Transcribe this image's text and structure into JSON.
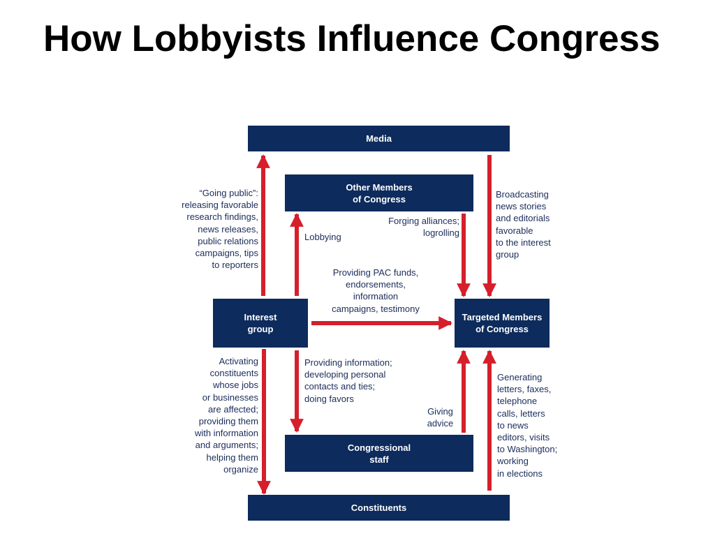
{
  "title": "How Lobbyists Influence Congress",
  "colors": {
    "box": "#0d2b5c",
    "arrow": "#d51f2b",
    "label": "#1b2c5a"
  },
  "nodes": {
    "media": "Media",
    "other_members": "Other Members\nof Congress",
    "interest_group": "Interest\ngroup",
    "targeted_members": "Targeted Members\nof Congress",
    "congressional_staff": "Congressional\nstaff",
    "constituents": "Constituents"
  },
  "edges": {
    "going_public": "“Going public”:\nreleasing favorable\nresearch findings,\nnews releases,\npublic relations\ncampaigns, tips\nto reporters",
    "lobbying": "Lobbying",
    "forging_alliances": "Forging alliances;\nlogrolling",
    "broadcasting": "Broadcasting\nnews stories\nand editorials\nfavorable\nto the interest\ngroup",
    "pac_funds": "Providing PAC funds,\nendorsements,\ninformation\ncampaigns, testimony",
    "activating_constituents": "Activating\nconstituents\nwhose jobs\nor businesses\nare affected;\nproviding them\nwith information\nand arguments;\nhelping them\norganize",
    "providing_information": "Providing information;\ndeveloping personal\ncontacts and ties;\ndoing favors",
    "giving_advice": "Giving\nadvice",
    "generating_letters": "Generating\nletters, faxes,\ntelephone\ncalls, letters\nto news\neditors, visits\nto Washington;\nworking\nin elections"
  }
}
